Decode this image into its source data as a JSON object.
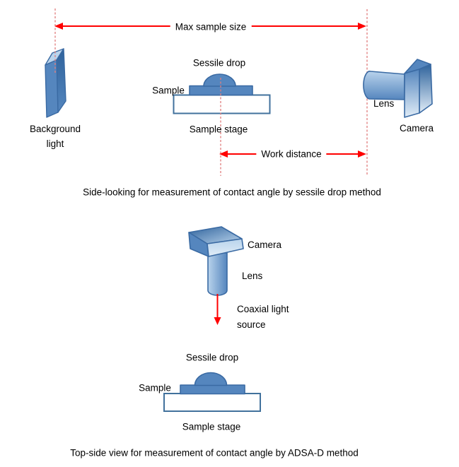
{
  "colors": {
    "shape_fill": "#5586be",
    "shape_light": "#b9d3ec",
    "shape_xlight": "#e0ecf7",
    "shape_dark": "#2f639c",
    "shape_stroke": "#3a6aa3",
    "stage_border": "#41719c",
    "arrow_red": "#ff0000",
    "dashed_red": "#e07d7d",
    "text": "#000000"
  },
  "side_view": {
    "max_sample_size": "Max sample size",
    "sessile_drop": "Sessile drop",
    "sample": "Sample",
    "sample_stage": "Sample stage",
    "background_light_line1": "Background",
    "background_light_line2": "light",
    "lens": "Lens",
    "camera": "Camera",
    "work_distance": "Work distance",
    "caption": "Side-looking for measurement of contact angle by sessile drop method"
  },
  "top_view": {
    "camera": "Camera",
    "lens": "Lens",
    "coaxial_light_line1": "Coaxial light",
    "coaxial_light_line2": "source",
    "sessile_drop": "Sessile drop",
    "sample": "Sample",
    "sample_stage": "Sample stage",
    "caption": "Top-side view for measurement of contact angle by ADSA-D method"
  }
}
